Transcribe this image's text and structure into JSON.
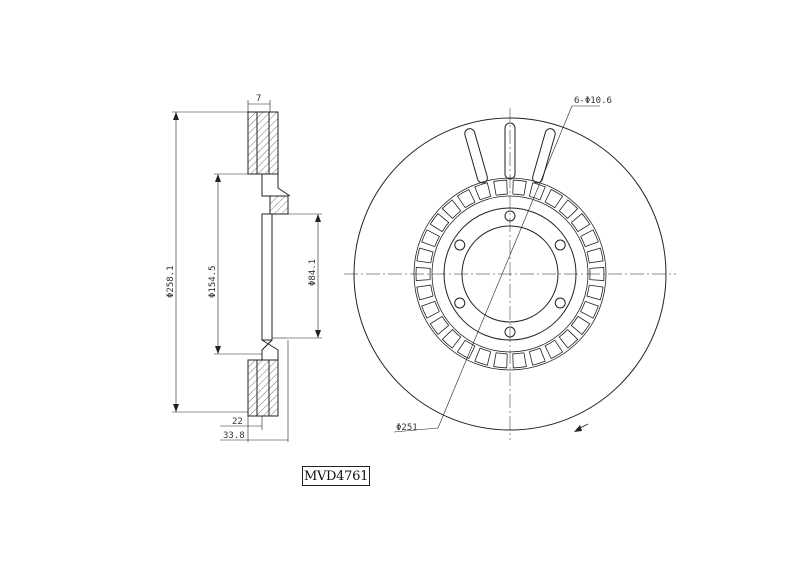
{
  "drawing": {
    "part_number": "MVD4761",
    "dimensions": {
      "thickness": "7",
      "outer_diameter": "Φ258.1",
      "hat_diameter": "Φ154.5",
      "center_bore": "Φ84.1",
      "hub_depth": "22",
      "overall_height": "33.8",
      "bolt_holes": "6-Φ10.6",
      "bolt_circle": "Φ251"
    }
  }
}
